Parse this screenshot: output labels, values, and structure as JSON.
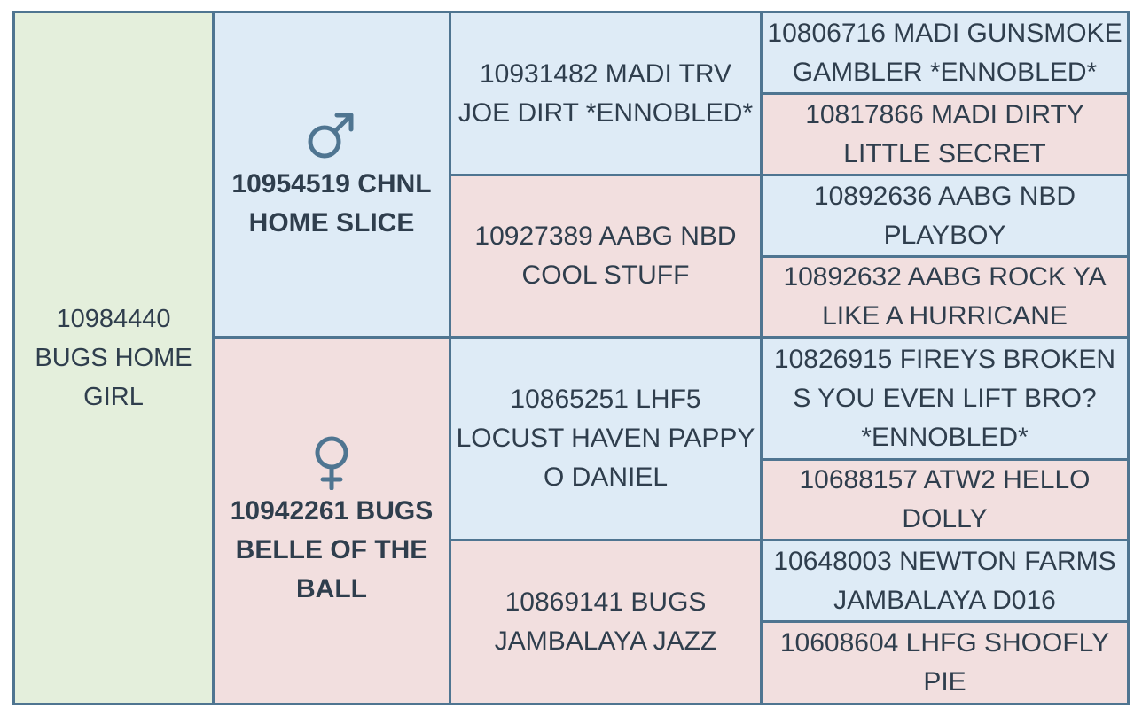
{
  "subject": {
    "name": "10984440 BUGS HOME GIRL"
  },
  "sire": {
    "name": "10954519 CHNL HOME SLICE",
    "icon": "male-symbol-icon"
  },
  "dam": {
    "name": "10942261 BUGS BELLE OF THE BALL",
    "icon": "female-symbol-icon"
  },
  "grandparents": {
    "sire_sire": "10931482 MADI TRV JOE DIRT *ENNOBLED*",
    "sire_dam": "10927389 AABG NBD COOL STUFF",
    "dam_sire": "10865251 LHF5 LOCUST HAVEN PAPPY O DANIEL",
    "dam_dam": "10869141 BUGS JAMBALAYA JAZZ"
  },
  "great_grandparents": [
    "10806716 MADI GUNSMOKE GAMBLER *ENNOBLED*",
    "10817866 MADI DIRTY LITTLE SECRET",
    "10892636 AABG NBD PLAYBOY",
    "10892632 AABG ROCK YA LIKE A HURRICANE",
    "10826915 FIREYS BROKEN S YOU EVEN LIFT BRO? *ENNOBLED*",
    "10688157 ATW2 HELLO DOLLY",
    "10648003 NEWTON FARMS JAMBALAYA D016",
    "10608604 LHFG SHOOFLY PIE"
  ],
  "colors": {
    "border": "#4f7591",
    "subject_bg": "#e4efdc",
    "male_bg": "#deebf6",
    "female_bg": "#f2dfdf",
    "symbol": "#4f7591",
    "text": "#2f3e4d"
  }
}
